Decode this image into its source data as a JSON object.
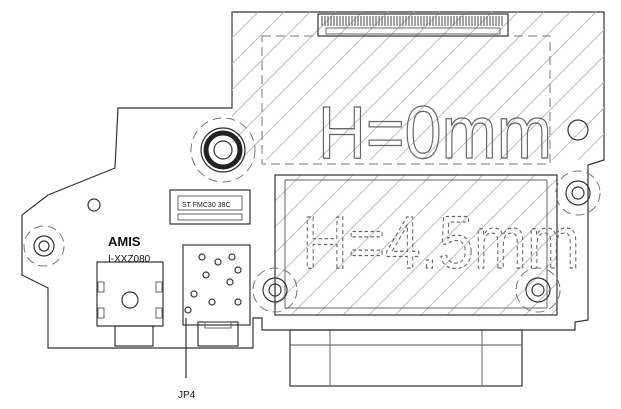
{
  "labels": {
    "zone_upper": "H=0mm",
    "zone_lower": "H=4.5mm",
    "jumper": "JP4",
    "silkscreen_brand": "AMIS",
    "silkscreen_code": "I-XXZ080"
  }
}
